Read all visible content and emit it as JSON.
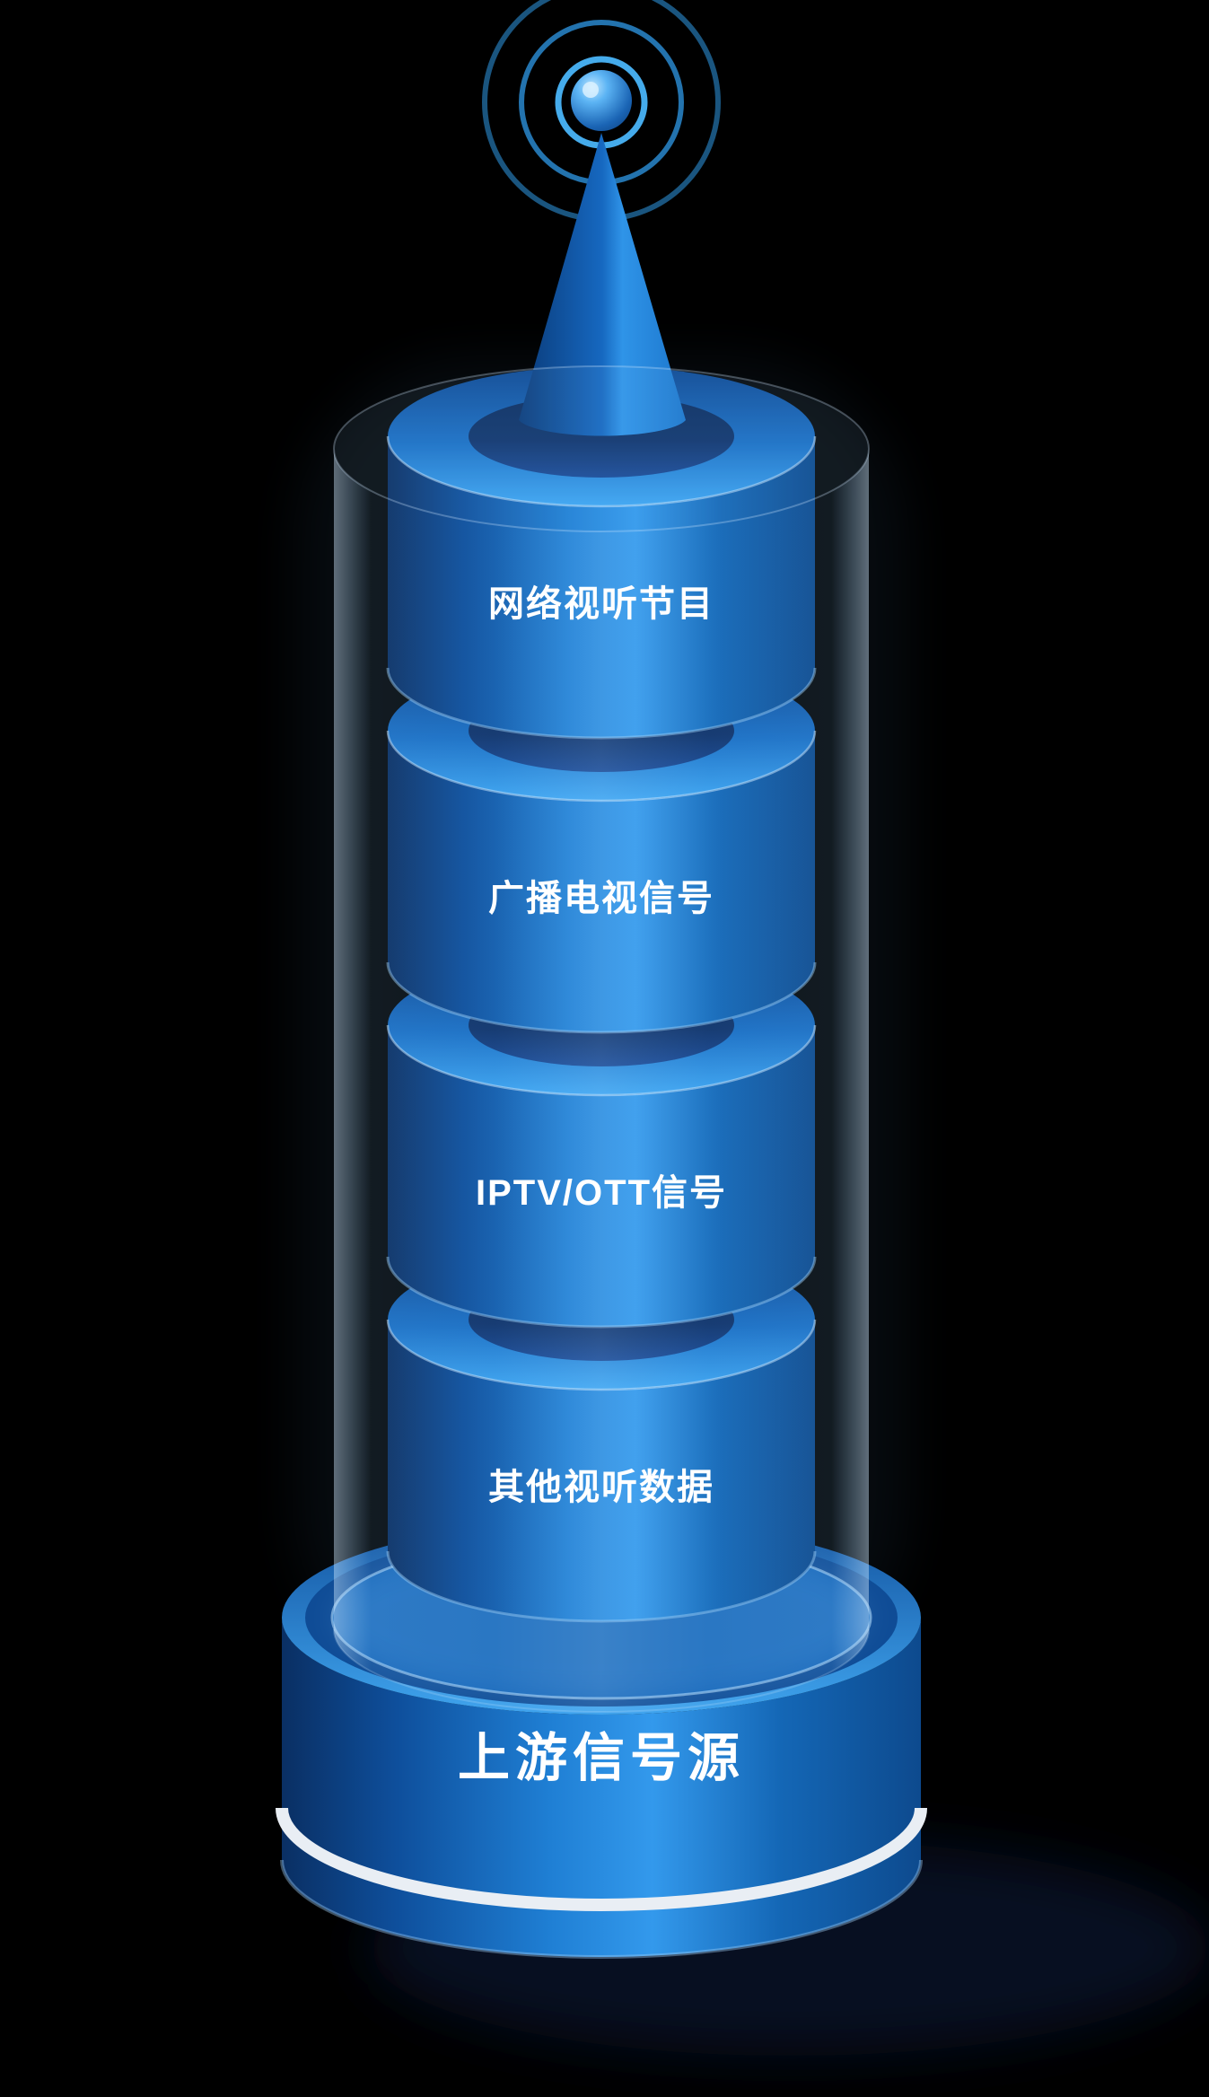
{
  "meta": {
    "background_color": "#000000",
    "illustration": "isometric broadcast signal tower with stacked cylinder layers"
  },
  "tower": {
    "antenna": {
      "icon": "broadcast-antenna",
      "waves_icon": "signal-waves"
    },
    "layers": [
      {
        "label": "网络视听节目"
      },
      {
        "label": "广播电视信号"
      },
      {
        "label": "IPTV/OTT信号"
      },
      {
        "label": "其他视听数据"
      }
    ],
    "base": {
      "label": "上游信号源"
    },
    "colors": {
      "cylinder_dark": "#0a2f63",
      "cylinder_bright": "#3399ec",
      "top_surface_blue": "#3ea6f2",
      "hole_navy": "#0b2c5e",
      "glass_tint": "#9fd4ff",
      "signal_ring_blue": "#2f9ae8",
      "base_stripe_white": "#e9eef4",
      "label_white": "#ffffff"
    }
  }
}
